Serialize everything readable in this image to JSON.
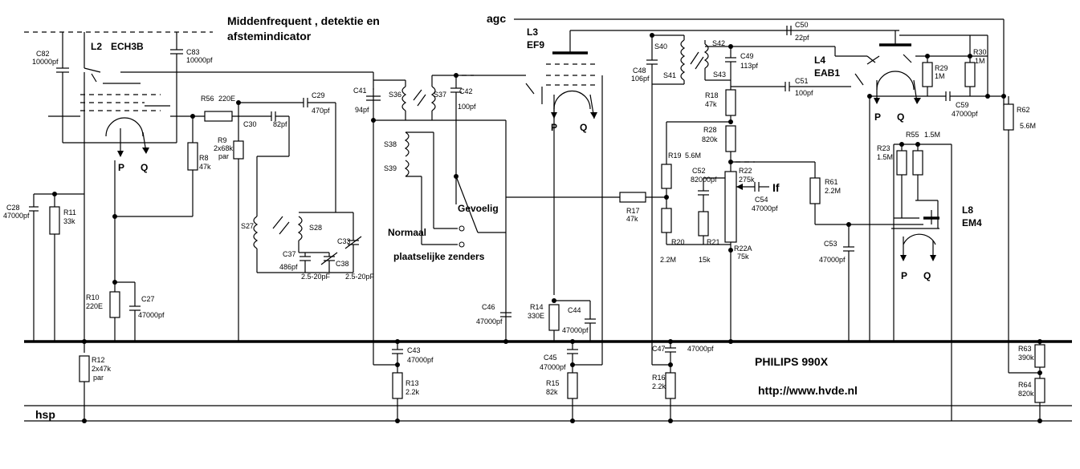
{
  "header": {
    "line1": "Middenfrequent , detektie en",
    "line2": "afstemindicator"
  },
  "labels": {
    "agc": "agc",
    "hsp": "hsp",
    "model": "PHILIPS 990X",
    "url": "http://www.hvde.nl",
    "gevoelig": "Gevoelig",
    "normaal": "Normaal",
    "plaatselijke": "plaatselijke zenders",
    "if": "If"
  },
  "tubes": [
    {
      "ref": "L2",
      "type": "ECH3B"
    },
    {
      "ref": "L3",
      "type": "EF9"
    },
    {
      "ref": "L4",
      "type": "EAB1"
    },
    {
      "ref": "L8",
      "type": "EM4"
    }
  ],
  "pq": {
    "p": "P",
    "q": "Q"
  },
  "components": {
    "C82": {
      "ref": "C82",
      "value": "10000pf"
    },
    "C83": {
      "ref": "C83",
      "value": "10000pf"
    },
    "R56": {
      "ref": "R56",
      "value": "220E"
    },
    "C29": {
      "ref": "C29",
      "value": "470pf"
    },
    "C30": {
      "ref": "C30",
      "value": "82pf"
    },
    "R9": {
      "ref": "R9",
      "value": "2x68k",
      "note": "par"
    },
    "R8": {
      "ref": "R8",
      "value": "47k"
    },
    "C28": {
      "ref": "C28",
      "value": "47000pf"
    },
    "R11": {
      "ref": "R11",
      "value": "33k"
    },
    "R10": {
      "ref": "R10",
      "value": "220E"
    },
    "C27": {
      "ref": "C27",
      "value": "47000pf"
    },
    "R12": {
      "ref": "R12",
      "value": "2x47k",
      "note": "par"
    },
    "S27": {
      "ref": "S27"
    },
    "S28": {
      "ref": "S28"
    },
    "C37": {
      "ref": "C37",
      "value": "486pf"
    },
    "C38": {
      "ref": "C38",
      "value": "2.5-20pF"
    },
    "C33": {
      "ref": "C33",
      "value": "2.5-20pF"
    },
    "C41": {
      "ref": "C41",
      "value": "94pf"
    },
    "S36": {
      "ref": "S36"
    },
    "S37": {
      "ref": "S37"
    },
    "C42": {
      "ref": "C42",
      "value": "100pf"
    },
    "S38": {
      "ref": "S38"
    },
    "S39": {
      "ref": "S39"
    },
    "C43": {
      "ref": "C43",
      "value": "47000pf"
    },
    "R13": {
      "ref": "R13",
      "value": "2.2k"
    },
    "C46": {
      "ref": "C46",
      "value": "47000pf"
    },
    "R14": {
      "ref": "R14",
      "value": "330E"
    },
    "C44": {
      "ref": "C44",
      "value": "47000pf"
    },
    "C45": {
      "ref": "C45",
      "value": "47000pf"
    },
    "R15": {
      "ref": "R15",
      "value": "82k"
    },
    "R17": {
      "ref": "R17",
      "value": "47k"
    },
    "C48": {
      "ref": "C48",
      "value": "106pf"
    },
    "S40": {
      "ref": "S40"
    },
    "S41": {
      "ref": "S41"
    },
    "S42": {
      "ref": "S42"
    },
    "S43": {
      "ref": "S43"
    },
    "C49": {
      "ref": "C49",
      "value": "113pf"
    },
    "C50": {
      "ref": "C50",
      "value": "22pf"
    },
    "C51": {
      "ref": "C51",
      "value": "100pf"
    },
    "R18": {
      "ref": "R18",
      "value": "47k"
    },
    "R28": {
      "ref": "R28",
      "value": "820k"
    },
    "R19": {
      "ref": "R19",
      "value": "5.6M"
    },
    "C52": {
      "ref": "C52",
      "value": "82000pf"
    },
    "R22": {
      "ref": "R22",
      "value": "275k"
    },
    "C54": {
      "ref": "C54",
      "value": "47000pf"
    },
    "R20": {
      "ref": "R20",
      "value": "2.2M"
    },
    "R21": {
      "ref": "R21",
      "value": "15k"
    },
    "R22A": {
      "ref": "R22A",
      "value": "75k"
    },
    "C47": {
      "ref": "C47",
      "value": "47000pf"
    },
    "R16": {
      "ref": "R16",
      "value": "2.2k"
    },
    "R29": {
      "ref": "R29",
      "value": "1M"
    },
    "R30": {
      "ref": "R30",
      "value": "1M"
    },
    "C59": {
      "ref": "C59",
      "value": "47000pf"
    },
    "R62": {
      "ref": "R62",
      "value": "5.6M"
    },
    "R23": {
      "ref": "R23",
      "value": "1.5M"
    },
    "R55": {
      "ref": "R55",
      "value": "1.5M"
    },
    "R61": {
      "ref": "R61",
      "value": "2.2M"
    },
    "C53": {
      "ref": "C53",
      "value": "47000pf"
    },
    "R63": {
      "ref": "R63",
      "value": "390k"
    },
    "R64": {
      "ref": "R64",
      "value": "820k"
    }
  }
}
